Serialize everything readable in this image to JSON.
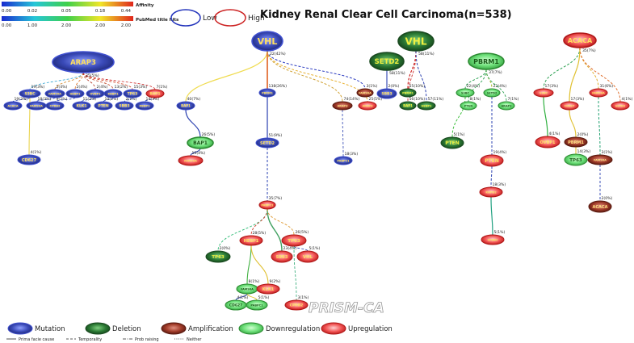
{
  "title": "Kidney Renal Clear Cell Carcinoma(n=538)",
  "watermark": "PRISM-CA",
  "colorbars": {
    "affinity": {
      "label": "Affinity",
      "ticks": [
        "0.00",
        "0.02",
        "0.05",
        "0.18",
        "0.44"
      ]
    },
    "pubmed": {
      "label": "PubMed title hits",
      "ticks": [
        "0.00",
        "1.00",
        "2.00",
        "2.00",
        "2.00"
      ]
    }
  },
  "size_legend": {
    "low": "Low",
    "high": "High"
  },
  "type_legend": [
    {
      "key": "mutation",
      "label": "Mutation"
    },
    {
      "key": "deletion",
      "label": "Deletion"
    },
    {
      "key": "amplification",
      "label": "Amplification"
    },
    {
      "key": "downregulation",
      "label": "Downregulation"
    },
    {
      "key": "upregulation",
      "label": "Upregulation"
    }
  ],
  "line_legend": [
    {
      "key": "solid",
      "label": "Prima facie cause"
    },
    {
      "key": "dashed",
      "label": "Temporality"
    },
    {
      "key": "dashdot",
      "label": "Prob raising"
    },
    {
      "key": "dotted",
      "label": "Neither"
    }
  ],
  "colors": {
    "mutation": "#2a3a9a",
    "deletion": "#1d6b2a",
    "amplification": "#8b2a1a",
    "downregulation": "#5fd36a",
    "upregulation": "#e8242a",
    "low_ring": "#2233bb",
    "high_ring": "#cc2222"
  },
  "nodes": [
    {
      "id": "arap3",
      "label": "ARAP3",
      "type": "mutation"
    },
    {
      "id": "s3bc_a",
      "label": "S3BC",
      "type": "mutation"
    },
    {
      "id": "fam_a",
      "label": "FAM90A",
      "type": "mutation"
    },
    {
      "id": "hebp_a",
      "label": "HEBP1",
      "type": "mutation"
    },
    {
      "id": "ovbp_a",
      "label": "OVBP1",
      "type": "mutation"
    },
    {
      "id": "kbbp_a",
      "label": "KBBP1",
      "type": "mutation"
    },
    {
      "id": "tp63_a",
      "label": "TP63",
      "type": "mutation"
    },
    {
      "id": "bap1_a",
      "label": "BAP1",
      "type": "upregulation"
    },
    {
      "id": "acaca_a",
      "label": "ACACA",
      "type": "mutation"
    },
    {
      "id": "fam2_a",
      "label": "FAM90A",
      "type": "mutation"
    },
    {
      "id": "cprb_a",
      "label": "CPRB2",
      "type": "mutation"
    },
    {
      "id": "klk1_a",
      "label": "KLK1",
      "type": "mutation"
    },
    {
      "id": "pten_a",
      "label": "PTEN",
      "type": "mutation"
    },
    {
      "id": "sbb3_a",
      "label": "SBB3",
      "type": "mutation"
    },
    {
      "id": "kbbp2_a",
      "label": "KBBP1",
      "type": "mutation"
    },
    {
      "id": "cd627",
      "label": "CD627",
      "type": "mutation"
    },
    {
      "id": "vhl",
      "label": "VHL",
      "type": "mutation"
    },
    {
      "id": "bap1_v",
      "label": "BAP1",
      "type": "mutation"
    },
    {
      "id": "bap1_v2",
      "label": "BAP1",
      "type": "downregulation"
    },
    {
      "id": "fam_v",
      "label": "FAM90A",
      "type": "upregulation"
    },
    {
      "id": "pbrm1_v",
      "label": "PBRM1",
      "type": "mutation"
    },
    {
      "id": "setd2_v",
      "label": "SETD2",
      "type": "mutation"
    },
    {
      "id": "pabpc1_v",
      "label": "PABPC1",
      "type": "upregulation"
    },
    {
      "id": "arap3_v",
      "label": "ARAP3",
      "type": "amplification"
    },
    {
      "id": "pabpc1_v2",
      "label": "PABPC1",
      "type": "mutation"
    },
    {
      "id": "arap3_v2",
      "label": "ARAP3",
      "type": "upregulation"
    },
    {
      "id": "fam_v2",
      "label": "FAM90A",
      "type": "amplification"
    },
    {
      "id": "hebp1_v",
      "label": "HEBP1",
      "type": "upregulation"
    },
    {
      "id": "tp63_v",
      "label": "TP63",
      "type": "deletion"
    },
    {
      "id": "tp63_v2",
      "label": "TP63",
      "type": "upregulation"
    },
    {
      "id": "sbb3_v",
      "label": "SBB3",
      "type": "upregulation"
    },
    {
      "id": "vhl_v",
      "label": "VHL",
      "type": "upregulation"
    },
    {
      "id": "fam_v3",
      "label": "FAM90A",
      "type": "downregulation"
    },
    {
      "id": "klk1_v",
      "label": "KLK1",
      "type": "upregulation"
    },
    {
      "id": "cd627_v",
      "label": "CD627",
      "type": "downregulation"
    },
    {
      "id": "pabpc1_v3",
      "label": "PABPC1",
      "type": "downregulation"
    },
    {
      "id": "cprb2_v",
      "label": "CPRB2",
      "type": "upregulation"
    },
    {
      "id": "setd2",
      "label": "SETD2",
      "type": "deletion"
    },
    {
      "id": "sbb3_s",
      "label": "SBB3",
      "type": "mutation"
    },
    {
      "id": "vhl2",
      "label": "VHL",
      "type": "deletion"
    },
    {
      "id": "pbrm1_2",
      "label": "PBRM1",
      "type": "deletion"
    },
    {
      "id": "bap1_2",
      "label": "BAP1",
      "type": "deletion"
    },
    {
      "id": "hebp1_2",
      "label": "HEBP1",
      "type": "deletion"
    },
    {
      "id": "pbrm1",
      "label": "PBRM1",
      "type": "downregulation"
    },
    {
      "id": "s3bc_p",
      "label": "S3BC",
      "type": "downregulation"
    },
    {
      "id": "ptpn_p",
      "label": "PTEN",
      "type": "downregulation"
    },
    {
      "id": "setd2_p",
      "label": "SETD2",
      "type": "downregulation"
    },
    {
      "id": "arap_p",
      "label": "ARAP3",
      "type": "downregulation"
    },
    {
      "id": "pten_p",
      "label": "PTEN",
      "type": "deletion"
    },
    {
      "id": "pten_p2",
      "label": "PTEN",
      "type": "upregulation"
    },
    {
      "id": "khpb_p",
      "label": "KHPB2",
      "type": "upregulation"
    },
    {
      "id": "skbb_p",
      "label": "SKBB2",
      "type": "upregulation"
    },
    {
      "id": "acaca",
      "label": "ACACA",
      "type": "upregulation"
    },
    {
      "id": "s3bc_c",
      "label": "S3BC",
      "type": "upregulation"
    },
    {
      "id": "cd627_c",
      "label": "CD627",
      "type": "upregulation"
    },
    {
      "id": "fam_c",
      "label": "FAM90A",
      "type": "upregulation"
    },
    {
      "id": "setd2_c",
      "label": "SETD2",
      "type": "upregulation"
    },
    {
      "id": "ovbp1_c",
      "label": "OVBP1",
      "type": "upregulation"
    },
    {
      "id": "pbrm1_c",
      "label": "PBRM1",
      "type": "amplification"
    },
    {
      "id": "tp63_c",
      "label": "TP63",
      "type": "downregulation"
    },
    {
      "id": "fam_c2",
      "label": "FAM90A",
      "type": "amplification"
    },
    {
      "id": "acaca_c",
      "label": "ACACA",
      "type": "amplification"
    }
  ],
  "edges": [
    {
      "from": "arap3",
      "to": "s3bc_a",
      "label": "19(3%)"
    },
    {
      "from": "arap3",
      "to": "fam_a",
      "label": "2(4%)"
    },
    {
      "from": "arap3",
      "to": "hebp_a",
      "label": "2(4%)"
    },
    {
      "from": "arap3",
      "to": "ovbp_a",
      "label": "2(4%)"
    },
    {
      "from": "arap3",
      "to": "kbbp_a",
      "label": "13(2%)"
    },
    {
      "from": "arap3",
      "to": "tp63_a",
      "label": "15(3%)"
    },
    {
      "from": "arap3",
      "to": "bap1_a",
      "label": "7(1%)"
    },
    {
      "from": "s3bc_a",
      "to": "acaca_a",
      "label": "19(3%)"
    },
    {
      "from": "fam_a",
      "to": "fam2_a",
      "label": "18(3%)"
    },
    {
      "from": "hebp_a",
      "to": "cprb_a",
      "label": "9(2%)"
    },
    {
      "from": "ovbp_a",
      "to": "klk1_a",
      "label": "11(2%)"
    },
    {
      "from": "kbbp_a",
      "to": "pten_a",
      "label": "10(2%)"
    },
    {
      "from": "tp63_a",
      "to": "sbb3_a",
      "label": "2(1%)"
    },
    {
      "from": "bap1_a",
      "to": "kbbp2_a",
      "label": "14(3%)"
    },
    {
      "from": "s3bc_a",
      "to": "cd627",
      "label": "4(1%)"
    },
    {
      "from": "vhl",
      "to": "bap1_v",
      "label": "40(7%)"
    },
    {
      "from": "vhl",
      "to": "pbrm1_v",
      "label": "138(26%)"
    },
    {
      "from": "vhl",
      "to": "arap3_v",
      "label": "74(14%)"
    },
    {
      "from": "vhl",
      "to": "fam_v2",
      "label": "3(1%)"
    },
    {
      "from": "vhl",
      "to": "arap3_v2",
      "label": "25(5%)"
    },
    {
      "from": "bap1_v",
      "to": "bap1_v2",
      "label": "26(5%)"
    },
    {
      "from": "bap1_v2",
      "to": "fam_v",
      "label": "10(4%)"
    },
    {
      "from": "pbrm1_v",
      "to": "setd2_v",
      "label": "51(9%)"
    },
    {
      "from": "arap3_v",
      "to": "pabpc1_v2",
      "label": "18(3%)"
    },
    {
      "from": "setd2_v",
      "to": "pabpc1_v",
      "label": "35(7%)"
    },
    {
      "from": "pabpc1_v",
      "to": "tp63_v",
      "label": "2(0%)"
    },
    {
      "from": "pabpc1_v",
      "to": "hebp1_v",
      "label": "28(5%)"
    },
    {
      "from": "pabpc1_v",
      "to": "sbb3_v",
      "label": "23(4%)"
    },
    {
      "from": "pabpc1_v",
      "to": "tp63_v2",
      "label": "26(5%)"
    },
    {
      "from": "tp63_v2",
      "to": "vhl_v",
      "label": "5(1%)"
    },
    {
      "from": "hebp1_v",
      "to": "fam_v3",
      "label": "8(1%)"
    },
    {
      "from": "hebp1_v",
      "to": "klk1_v",
      "label": "9(2%)"
    },
    {
      "from": "fam_v3",
      "to": "cd627_v",
      "label": "4(1%)"
    },
    {
      "from": "fam_v3",
      "to": "pabpc1_v3",
      "label": "5(1%)"
    },
    {
      "from": "tp63_v2",
      "to": "cprb2_v",
      "label": "3(1%)"
    },
    {
      "from": "setd2",
      "to": "sbb3_s",
      "label": "2(0%)"
    },
    {
      "from": "vhl2",
      "to": "pbrm1_2",
      "label": "55(10%)"
    },
    {
      "from": "vhl2",
      "to": "bap1_2",
      "label": "56(10%)"
    },
    {
      "from": "vhl2",
      "to": "hebp1_2",
      "label": "57(11%)"
    },
    {
      "from": "pbrm1",
      "to": "s3bc_p",
      "label": "22(4%)"
    },
    {
      "from": "pbrm1",
      "to": "ptpn_p",
      "label": "8(1%)"
    },
    {
      "from": "pbrm1",
      "to": "setd2_p",
      "label": "22(4%)"
    },
    {
      "from": "pbrm1",
      "to": "arap_p",
      "label": "7(1%)"
    },
    {
      "from": "s3bc_p",
      "to": "pten_p",
      "label": "5(1%)"
    },
    {
      "from": "setd2_p",
      "to": "pten_p2",
      "label": "19(4%)"
    },
    {
      "from": "pten_p2",
      "to": "khpb_p",
      "label": "18(3%)"
    },
    {
      "from": "khpb_p",
      "to": "skbb_p",
      "label": "5(1%)"
    },
    {
      "from": "acaca",
      "to": "s3bc_c",
      "label": "17(3%)"
    },
    {
      "from": "acaca",
      "to": "cd627_c",
      "label": "17(3%)"
    },
    {
      "from": "acaca",
      "to": "fam_c",
      "label": "31(6%)"
    },
    {
      "from": "acaca",
      "to": "setd2_c",
      "label": "4(1%)"
    },
    {
      "from": "s3bc_c",
      "to": "ovbp1_c",
      "label": "4(1%)"
    },
    {
      "from": "cd627_c",
      "to": "pbrm1_c",
      "label": "2(0%)"
    },
    {
      "from": "pbrm1_c",
      "to": "tp63_c",
      "label": "14(3%)"
    },
    {
      "from": "fam_c",
      "to": "fam_c2",
      "label": "3(1%)"
    },
    {
      "from": "fam_c2",
      "to": "acaca_c",
      "label": "2(0%)"
    }
  ],
  "root_labels": {
    "arap3": "25(5%)",
    "vhl": "22(42%)",
    "setd2": "58(11%)",
    "vhl2": "58(11%)",
    "pbrm1": "37(7%)",
    "acaca": "35(7%)"
  }
}
